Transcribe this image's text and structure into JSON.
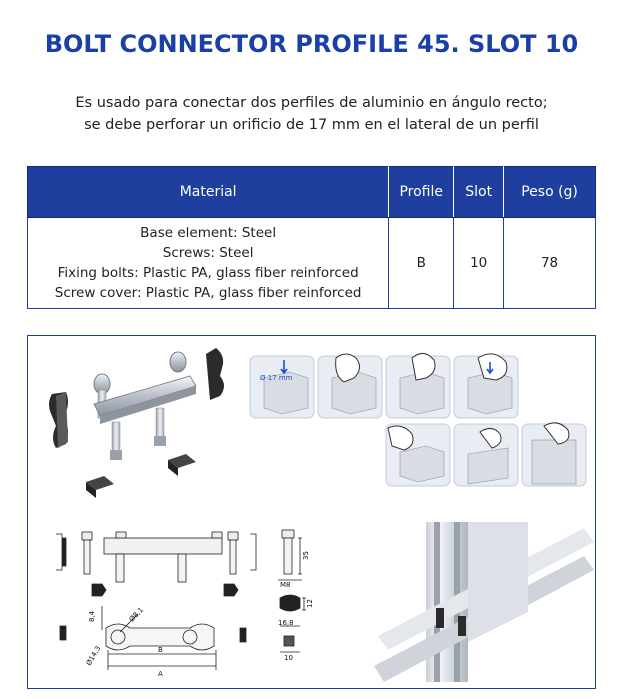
{
  "header": {
    "title": "BOLT CONNECTOR PROFILE 45. SLOT 10",
    "subtitle_line1": "Es usado para conectar dos perfiles de aluminio en ángulo recto;",
    "subtitle_line2": "se debe perforar un orificio de 17 mm en el lateral de un perfil"
  },
  "table": {
    "headers": [
      "Material",
      "Profile",
      "Slot",
      "Peso (g)"
    ],
    "row": {
      "material_lines": [
        "Base element: Steel",
        "Screws: Steel",
        "Fixing bolts: Plastic PA, glass fiber reinforced",
        "Screw cover: Plastic PA, glass fiber reinforced"
      ],
      "profile": "B",
      "slot": "10",
      "weight": "78"
    }
  },
  "figure": {
    "step1_label": "Ø 17 mm",
    "dimensions": {
      "d35": "35",
      "m8": "M8",
      "d12": "12",
      "d16_8": "16,8",
      "d10": "10",
      "d8_4": "8,4",
      "d8_1": "Ø8,1",
      "d14_3": "Ø14,3",
      "dB": "B",
      "dA": "A"
    }
  },
  "colors": {
    "brand_blue": "#1b3fa8",
    "table_header": "#1e3f9e"
  }
}
